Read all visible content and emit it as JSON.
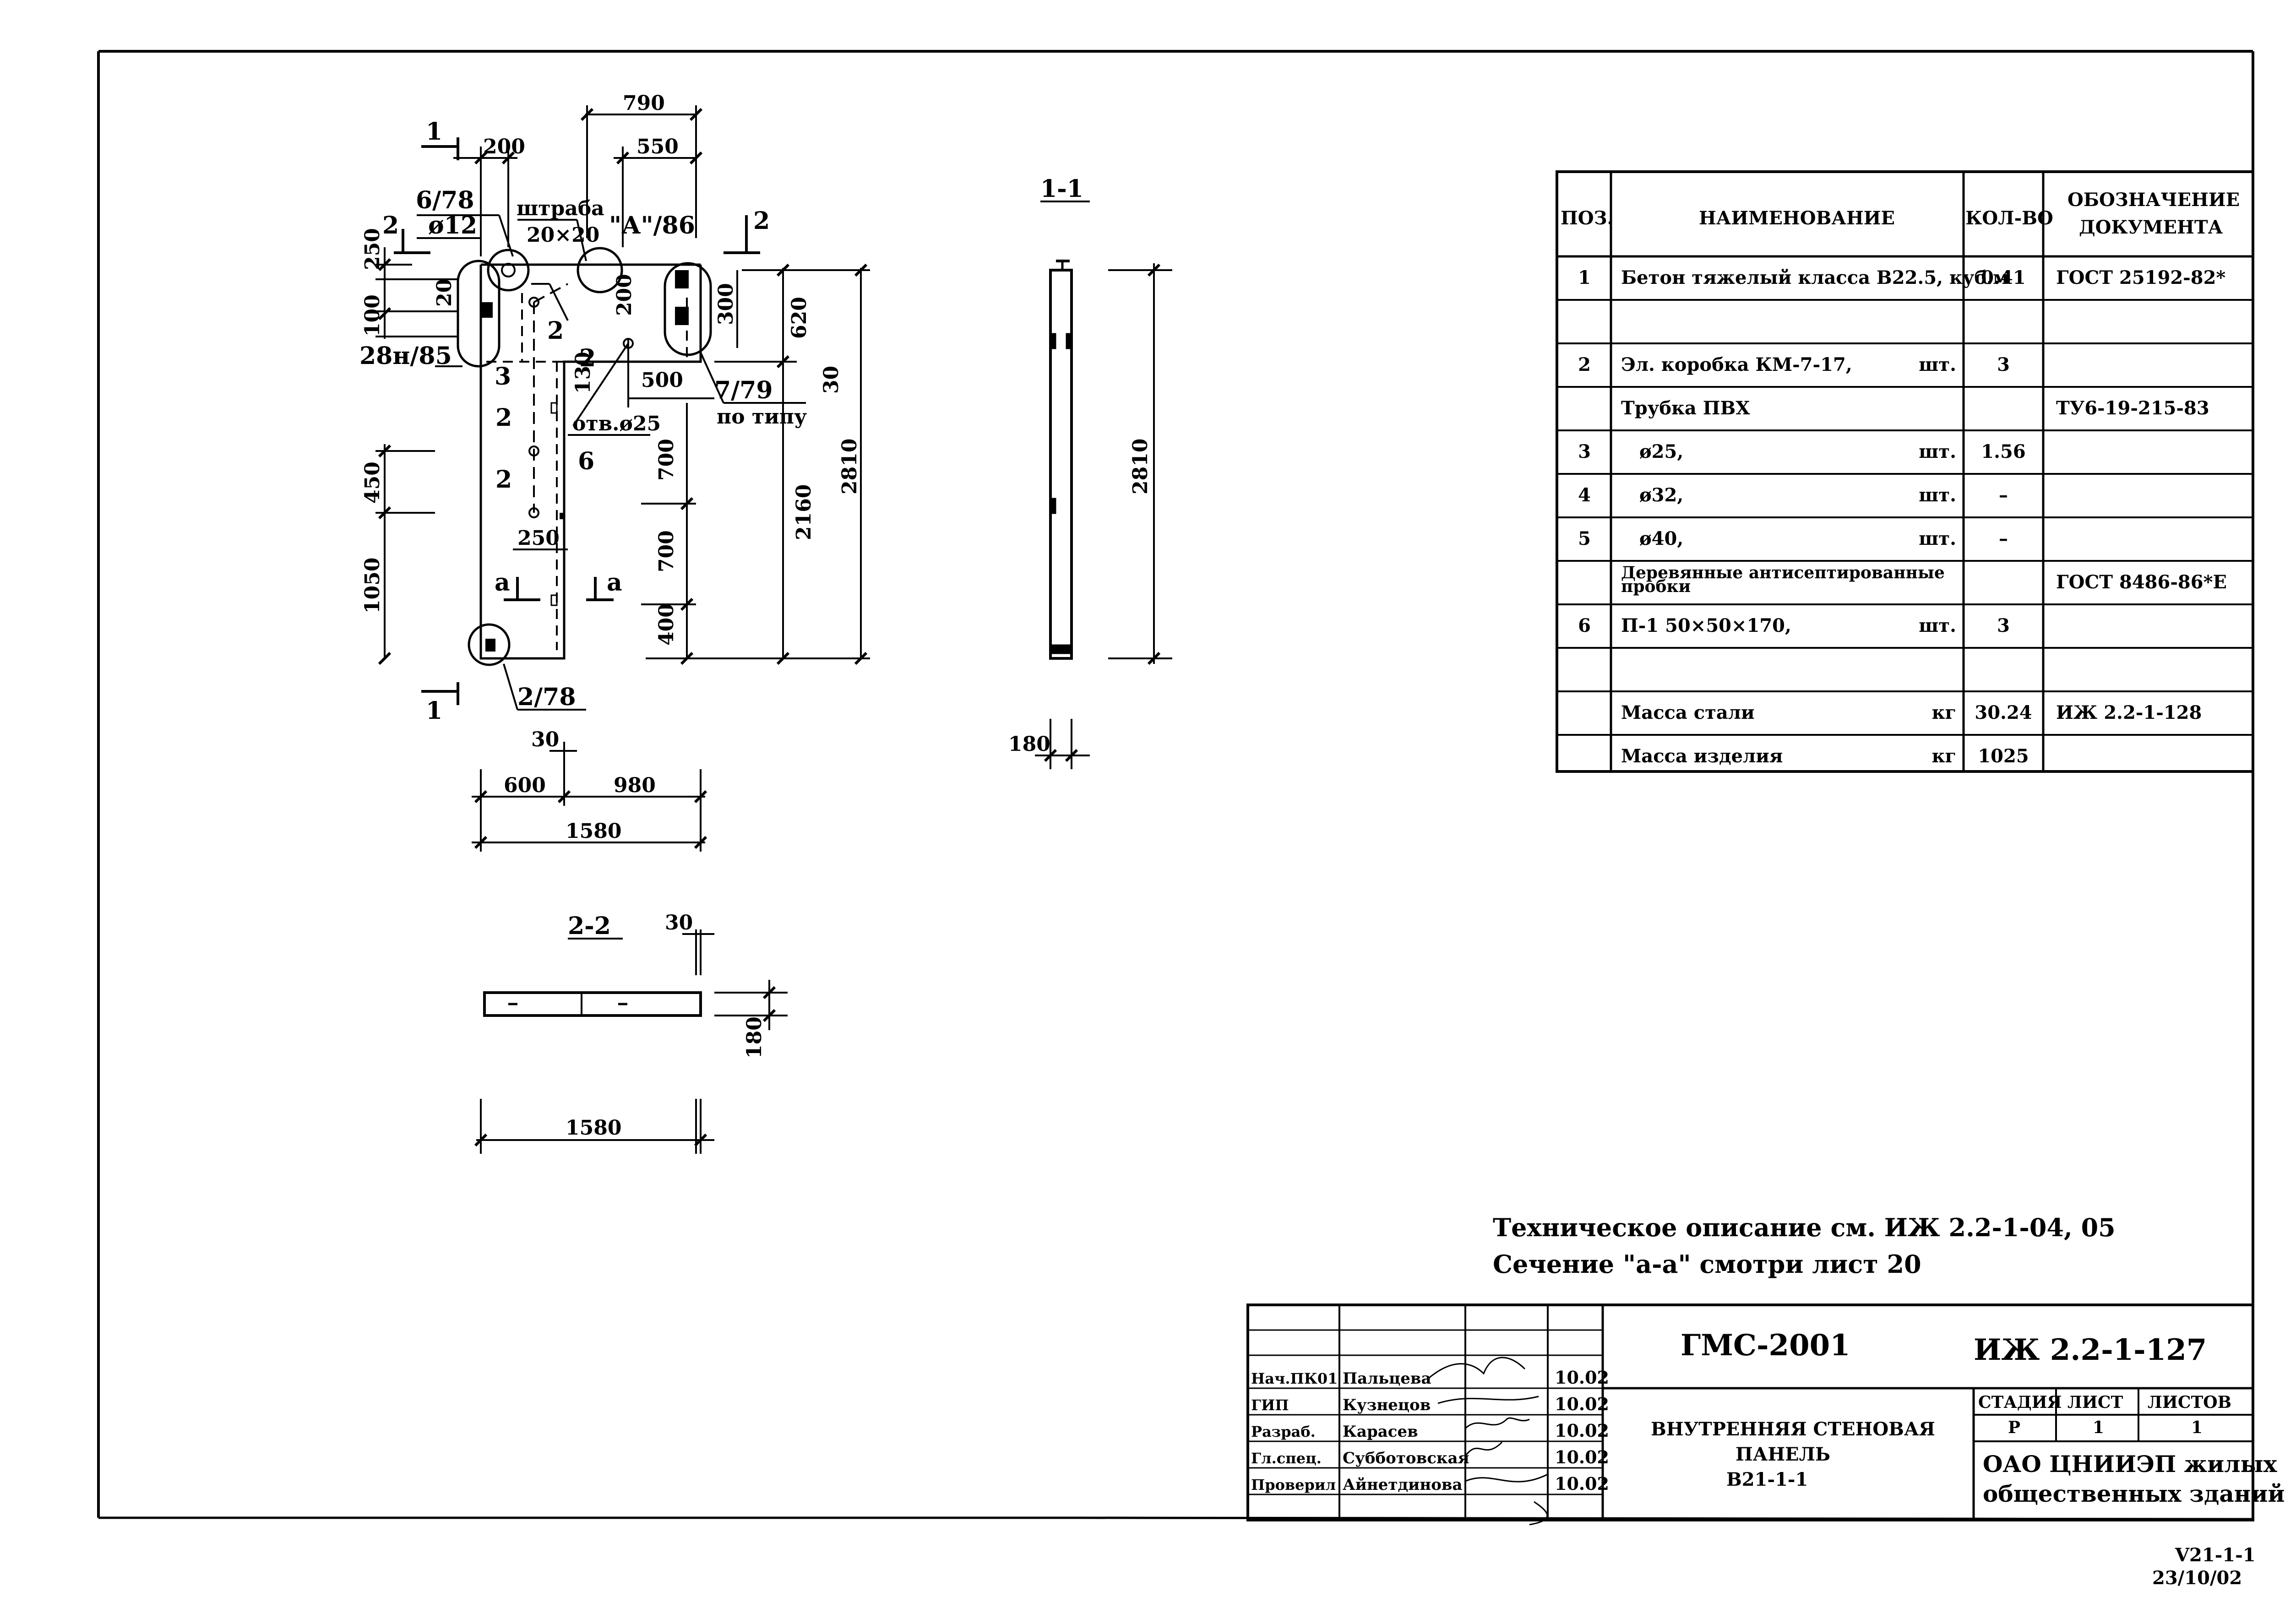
{
  "dims": {
    "d790": "790",
    "d200": "200",
    "d550": "550",
    "d250": "250",
    "d20": "20",
    "d100": "100",
    "d200b": "200",
    "d300": "300",
    "d620": "620",
    "d130": "130",
    "d500": "500",
    "d30": "30",
    "d700a": "700",
    "d2810": "2810",
    "d450": "450",
    "d250b": "250",
    "d700b": "700",
    "d2160": "2160",
    "d1050": "1050",
    "d400": "400",
    "d30b": "30",
    "d600": "600",
    "d980": "980",
    "d1580": "1580",
    "s1_2810": "2810",
    "s1_180": "180",
    "s2_30": "30",
    "s2_180": "180",
    "s2_1580": "1580"
  },
  "labels": {
    "cut1_top": "1",
    "cut1_bot": "1",
    "cut2_left": "2",
    "cut2_right": "2",
    "ref_6_78": "6/78",
    "ref_d12": "ø12",
    "shtraba": "штраба",
    "shtraba_size": "20×20",
    "ref_A86": "\"А\"/86",
    "ref_28n85": "28н/85",
    "ref_7_79": "7/79",
    "po_tipu": "по типу",
    "otv": "отв.ø25",
    "pos2a": "2",
    "pos3": "3",
    "pos2b": "2",
    "pos2c": "2",
    "pos2d": "2",
    "pos6": "6",
    "cut_a_left": "а",
    "cut_a_right": "а",
    "ref_2_78": "2/78",
    "section11": "1-1",
    "section22": "2-2"
  },
  "spec": {
    "headers": [
      "ПОЗ.",
      "НАИМЕНОВАНИЕ",
      "КОЛ-ВО",
      "ОБОЗНАЧЕНИЕ",
      "ДОКУМЕНТА"
    ],
    "rows": [
      {
        "pos": "1",
        "name": "Бетон тяжелый класса В22.5, куб.м",
        "unit": "",
        "qty": "0.41",
        "doc": "ГОСТ 25192-82*"
      },
      {
        "pos": "",
        "name": "",
        "unit": "",
        "qty": "",
        "doc": ""
      },
      {
        "pos": "2",
        "name": "Эл. коробка КМ-7-17,",
        "unit": "шт.",
        "qty": "3",
        "doc": ""
      },
      {
        "pos": "",
        "name": "Трубка ПВХ",
        "unit": "",
        "qty": "",
        "doc": "ТУ6-19-215-83"
      },
      {
        "pos": "3",
        "name": "ø25,",
        "unit": "шт.",
        "qty": "1.56",
        "doc": ""
      },
      {
        "pos": "4",
        "name": "ø32,",
        "unit": "шт.",
        "qty": "–",
        "doc": ""
      },
      {
        "pos": "5",
        "name": "ø40,",
        "unit": "шт.",
        "qty": "–",
        "doc": ""
      },
      {
        "pos": "",
        "name": "Деревянные антисептированные",
        "name2": "пробки",
        "unit": "",
        "qty": "",
        "doc": "ГОСТ 8486-86*Е"
      },
      {
        "pos": "6",
        "name": "П-1   50×50×170,",
        "unit": "шт.",
        "qty": "3",
        "doc": ""
      },
      {
        "pos": "",
        "name": "",
        "unit": "",
        "qty": "",
        "doc": ""
      },
      {
        "pos": "",
        "name": "Масса стали",
        "unit": "кг",
        "qty": "30.24",
        "doc": "ИЖ 2.2-1-128"
      },
      {
        "pos": "",
        "name": "Масса изделия",
        "unit": "кг",
        "qty": "1025",
        "doc": ""
      }
    ]
  },
  "notes": {
    "line1": "Техническое описание  см. ИЖ 2.2-1-04, 05",
    "line2": "Сечение \"а-а\" смотри лист 20"
  },
  "stamp": {
    "project": "ГМС-2001",
    "code": "ИЖ 2.2-1-127",
    "title1": "ВНУТРЕННЯЯ СТЕНОВАЯ",
    "title2": "ПАНЕЛЬ",
    "title3": "В21-1-1",
    "stage_h": "СТАДИЯ",
    "sheet_h": "ЛИСТ",
    "sheets_h": "ЛИСТОВ",
    "stage": "Р",
    "sheet": "1",
    "sheets": "1",
    "org1": "ОАО ЦНИИЭП жилых и",
    "org2": "общественных зданий",
    "people": [
      {
        "role": "Нач.ПК01",
        "name": "Пальцева",
        "date": "10.02"
      },
      {
        "role": "ГИП",
        "name": "Кузнецов",
        "date": "10.02"
      },
      {
        "role": "Разраб.",
        "name": "Карасев",
        "date": "10.02"
      },
      {
        "role": "Гл.спец.",
        "name": "Субботовская",
        "date": "10.02"
      },
      {
        "role": "Проверил",
        "name": "Айнетдинова",
        "date": "10.02"
      }
    ]
  },
  "footer": {
    "code": "V21-1-1",
    "date": "23/10/02"
  }
}
